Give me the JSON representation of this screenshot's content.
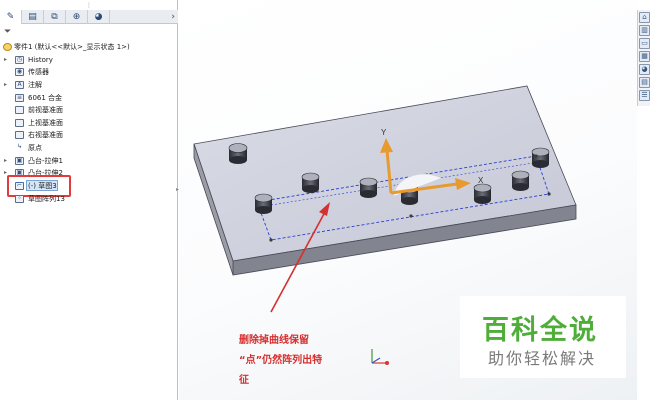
{
  "feature_tree": {
    "root": "零件1 (默认<<默认>_显示状态 1>)",
    "items": [
      {
        "label": "History",
        "expandable": true,
        "icon": "history-icon"
      },
      {
        "label": "传感器",
        "expandable": false,
        "icon": "sensor-icon"
      },
      {
        "label": "注解",
        "expandable": true,
        "icon": "annotation-icon"
      },
      {
        "label": "6061 合金",
        "expandable": false,
        "icon": "material-icon"
      },
      {
        "label": "前视基准面",
        "expandable": false,
        "icon": "plane-icon"
      },
      {
        "label": "上视基准面",
        "expandable": false,
        "icon": "plane-icon"
      },
      {
        "label": "右视基准面",
        "expandable": false,
        "icon": "plane-icon"
      },
      {
        "label": "原点",
        "expandable": false,
        "icon": "origin-icon"
      },
      {
        "label": "凸台-拉伸1",
        "expandable": true,
        "icon": "boss-extrude-icon"
      },
      {
        "label": "凸台-拉伸2",
        "expandable": true,
        "icon": "boss-extrude-icon"
      },
      {
        "label": "(-) 草图3",
        "expandable": false,
        "icon": "sketch-icon",
        "selected": true
      },
      {
        "label": "草图阵列13",
        "expandable": false,
        "icon": "sketch-pattern-icon"
      }
    ]
  },
  "axes": {
    "x": "X",
    "y": "Y"
  },
  "annotation": [
    "删除掉曲线保留",
    "“点”仍然阵列出特",
    "征"
  ],
  "watermark": {
    "title": "百科全说",
    "subtitle": "助你轻松解决"
  },
  "colors": {
    "annotation": "#d62f2f",
    "highlight": "#e33a3a",
    "axis_arrow": "#e89a2c",
    "watermark_green": "#4fae3a",
    "sketch_line": "#2b3fd0"
  }
}
